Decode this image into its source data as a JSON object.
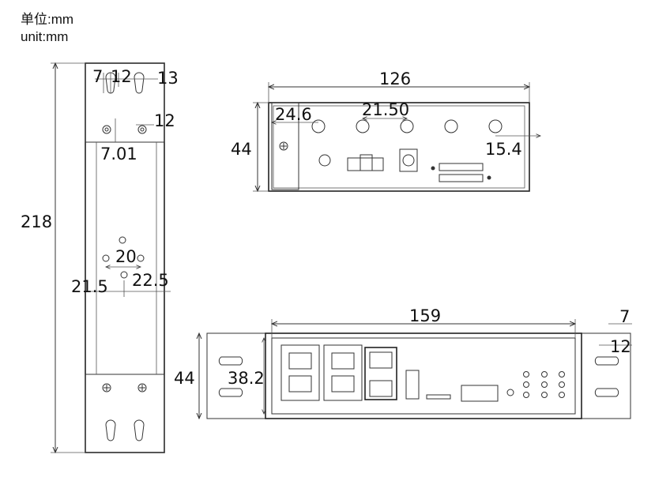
{
  "units": {
    "cn": "单位:mm",
    "en": "unit:mm"
  },
  "side_view": {
    "height": "218",
    "top_offset_left": "7",
    "top_slot_spacing": "12",
    "top_slot_width": "13",
    "upper_hole_dx": "12",
    "upper_hole_dy": "7.01",
    "mid_hole_spacing": "20",
    "mid_left": "21.5",
    "mid_right": "22.5"
  },
  "top_view": {
    "length": "126",
    "height": "44",
    "left_offset": "24.6",
    "hole_spacing": "21.50",
    "right_offset": "15.4"
  },
  "front_view": {
    "length": "159",
    "height": "44",
    "panel_height": "38.2",
    "ear_offset": "7",
    "ear_slot": "12"
  }
}
